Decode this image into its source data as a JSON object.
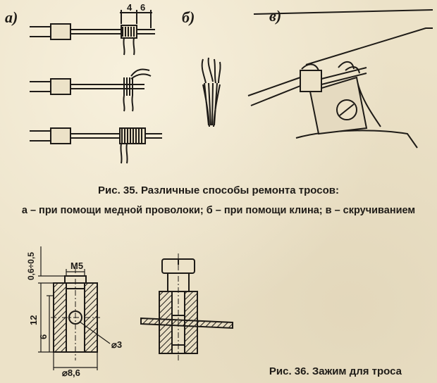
{
  "fig35": {
    "label_a": "а)",
    "label_b": "б)",
    "label_c": "в)",
    "dim_4": "4",
    "dim_6": "6",
    "caption_title": "Рис. 35. Различные способы ремонта тросов:",
    "caption_desc": "а – при помощи медной проволоки; б – при помощи клина; в – скручиванием"
  },
  "fig36": {
    "dim_gap": "0,6÷0,5",
    "dim_thread": "М5",
    "dim_height": "12",
    "dim_inner": "6",
    "dim_hole": "⌀3",
    "dim_diameter": "⌀8,6",
    "caption": "Рис. 36. Зажим для троса"
  }
}
